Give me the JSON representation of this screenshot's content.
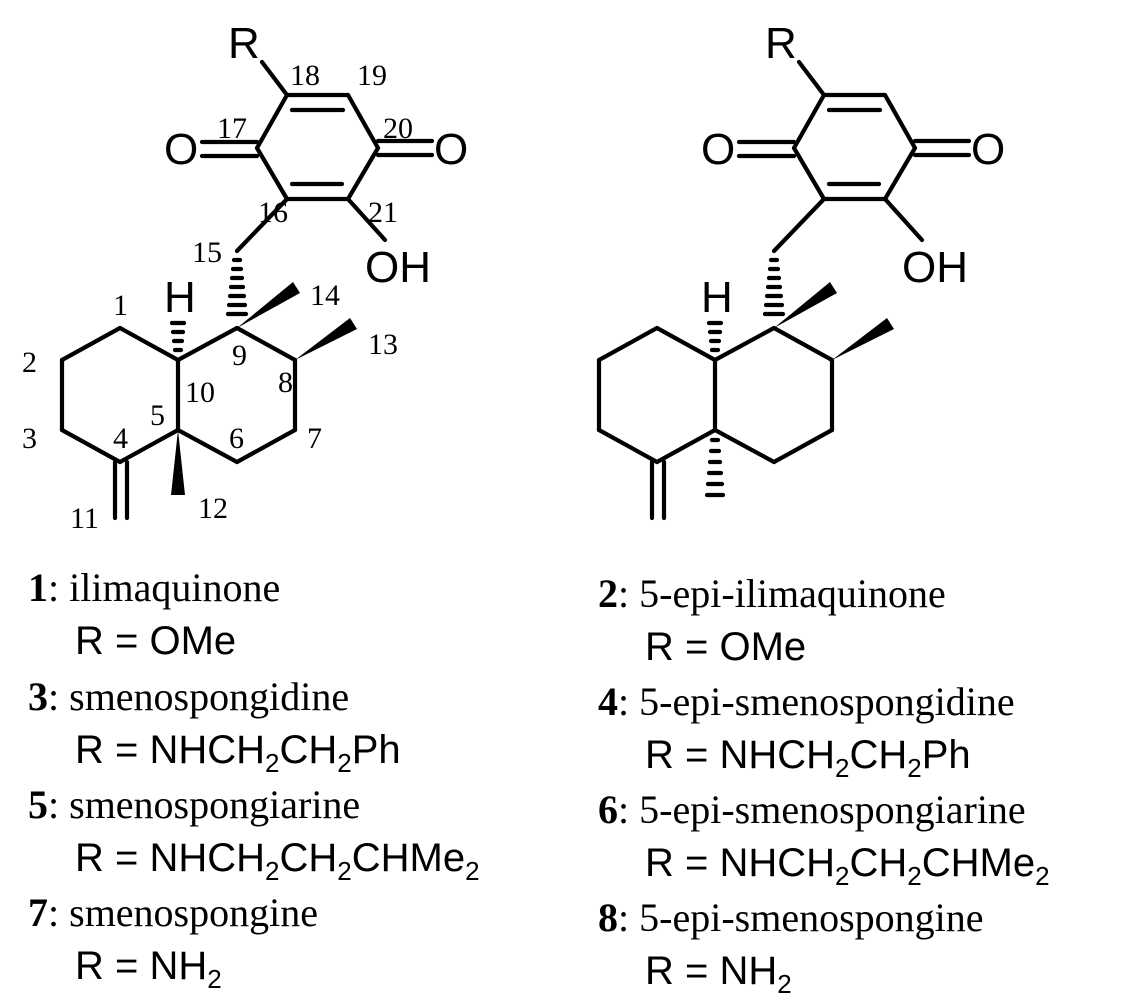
{
  "structure_left": {
    "atom_labels": {
      "r": "R",
      "o_left": "O",
      "o_right": "O",
      "oh": "OH",
      "h": "H"
    },
    "position_numbers": {
      "n1": "1",
      "n2": "2",
      "n3": "3",
      "n4": "4",
      "n5": "5",
      "n6": "6",
      "n7": "7",
      "n8": "8",
      "n9": "9",
      "n10": "10",
      "n11": "11",
      "n12": "12",
      "n13": "13",
      "n14": "14",
      "n15": "15",
      "n16": "16",
      "n17": "17",
      "n18": "18",
      "n19": "19",
      "n20": "20",
      "n21": "21"
    }
  },
  "structure_right": {
    "atom_labels": {
      "r": "R",
      "o_left": "O",
      "o_right": "O",
      "oh": "OH",
      "h": "H"
    }
  },
  "compounds_left": [
    {
      "number": "1",
      "name": "ilimaquinone",
      "r_prefix": "R = ",
      "r_parts": [
        [
          "OMe",
          ""
        ]
      ]
    },
    {
      "number": "3",
      "name": "smenospongidine",
      "r_prefix": "R = ",
      "r_parts": [
        [
          "NHCH",
          "2"
        ],
        [
          "CH",
          "2"
        ],
        [
          "Ph",
          ""
        ]
      ]
    },
    {
      "number": "5",
      "name": "smenospongiarine",
      "r_prefix": "R = ",
      "r_parts": [
        [
          "NHCH",
          "2"
        ],
        [
          "CH",
          "2"
        ],
        [
          "CHMe",
          "2"
        ]
      ]
    },
    {
      "number": "7",
      "name": "smenospongine",
      "r_prefix": "R = ",
      "r_parts": [
        [
          "NH",
          "2"
        ]
      ]
    }
  ],
  "compounds_right": [
    {
      "number": "2",
      "name": "5-epi-ilimaquinone",
      "r_prefix": "R = ",
      "r_parts": [
        [
          "OMe",
          ""
        ]
      ]
    },
    {
      "number": "4",
      "name": "5-epi-smenospongidine",
      "r_prefix": "R = ",
      "r_parts": [
        [
          "NHCH",
          "2"
        ],
        [
          "CH",
          "2"
        ],
        [
          "Ph",
          ""
        ]
      ]
    },
    {
      "number": "6",
      "name": "5-epi-smenospongiarine",
      "r_prefix": "R = ",
      "r_parts": [
        [
          "NHCH",
          "2"
        ],
        [
          "CH",
          "2"
        ],
        [
          "CHMe",
          "2"
        ]
      ]
    },
    {
      "number": "8",
      "name": "5-epi-smenospongine",
      "r_prefix": "R = ",
      "r_parts": [
        [
          "NH",
          "2"
        ]
      ]
    }
  ]
}
